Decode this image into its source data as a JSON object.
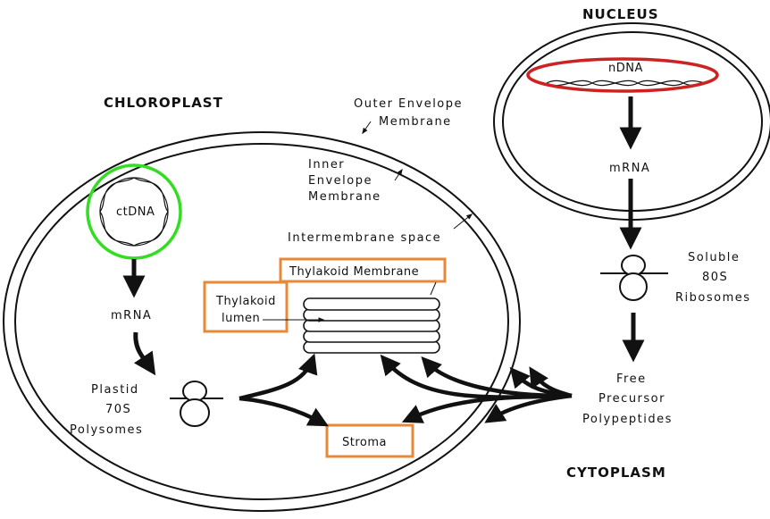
{
  "labels": {
    "nucleus": "NUCLEUS",
    "chloroplast": "CHLOROPLAST",
    "cytoplasm": "CYTOPLASM",
    "outer_envelope_1": "Outer Envelope",
    "outer_envelope_2": "Membrane",
    "inner_envelope_1": "Inner",
    "inner_envelope_2": "Envelope",
    "inner_envelope_3": "Membrane",
    "intermembrane_space": "Intermembrane space",
    "nuclear_dna": "nDNA",
    "chloroplast_dna": "ctDNA",
    "mrna_nucleus": "mRNA",
    "mrna_chloroplast": "mRNA",
    "soluble_1": "Soluble",
    "soluble_2": "80S",
    "soluble_3": "Ribosomes",
    "plastid_1": "Plastid",
    "plastid_2": "70S",
    "plastid_3": "Polysomes",
    "free_1": "Free",
    "free_2": "Precursor",
    "free_3": "Polypeptides",
    "thylakoid_membrane": "Thylakoid Membrane",
    "thylakoid_lumen_1": "Thylakoid",
    "thylakoid_lumen_2": "lumen",
    "stroma": "Stroma"
  },
  "colors": {
    "ink": "#111111",
    "highlight_orange": "#e8893a",
    "highlight_red": "#cc2222",
    "highlight_green": "#33dd22"
  }
}
